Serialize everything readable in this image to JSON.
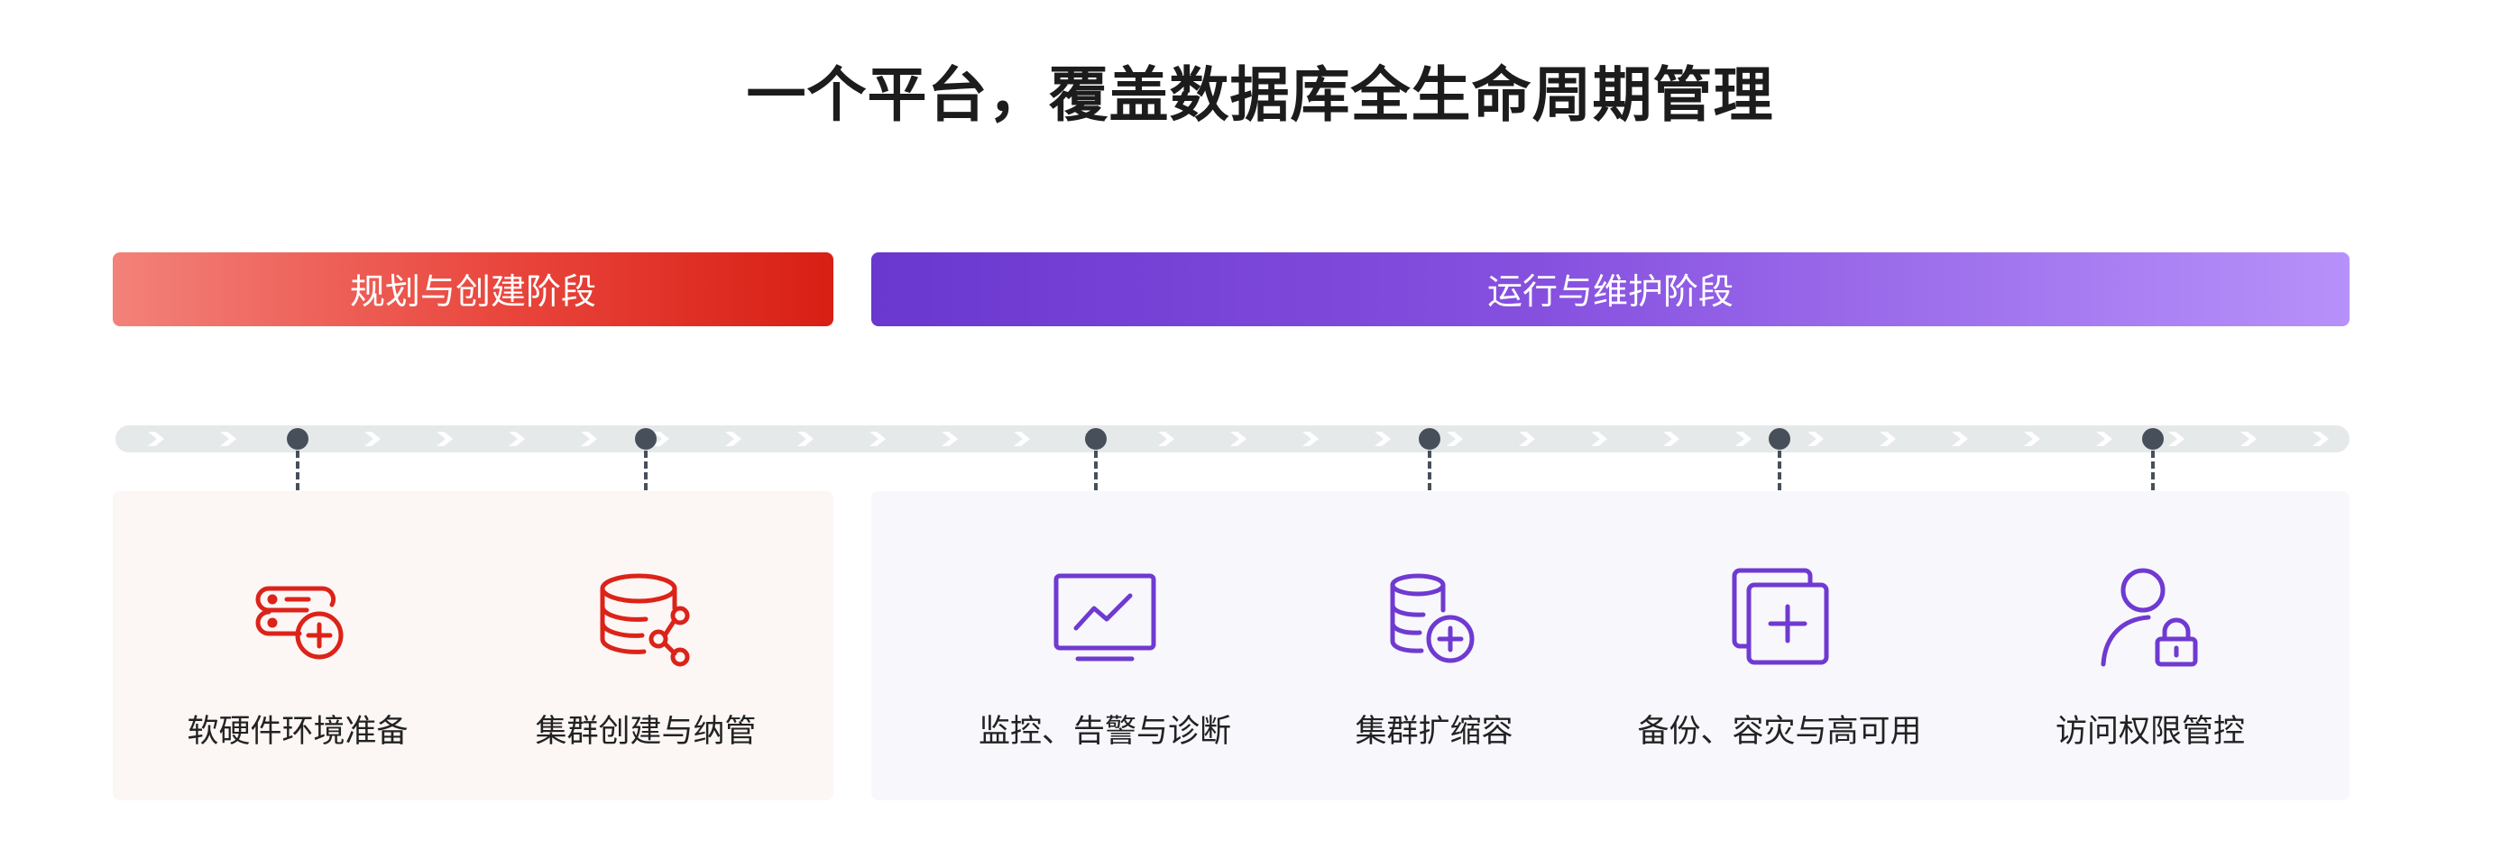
{
  "page_title": "一个平台，覆盖数据库全生命周期管理",
  "phases": [
    {
      "label": "规划与创建阶段",
      "color": "#dc2319"
    },
    {
      "label": "运行与维护阶段",
      "color": "#6f3ad1"
    }
  ],
  "items": [
    {
      "label": "软硬件环境准备",
      "icon": "server-add-icon",
      "phase": 0
    },
    {
      "label": "集群创建与纳管",
      "icon": "database-share-icon",
      "phase": 0
    },
    {
      "label": "监控、告警与诊断",
      "icon": "monitor-chart-icon",
      "phase": 1
    },
    {
      "label": "集群扩缩容",
      "icon": "database-add-icon",
      "phase": 1
    },
    {
      "label": "备份、容灾与高可用",
      "icon": "copy-add-icon",
      "phase": 1
    },
    {
      "label": "访问权限管控",
      "icon": "user-lock-icon",
      "phase": 1
    }
  ],
  "colors": {
    "red": "#dc2319",
    "purple": "#6f3ad1",
    "timeline_node": "#47505a",
    "title": "#1c1c1c"
  }
}
